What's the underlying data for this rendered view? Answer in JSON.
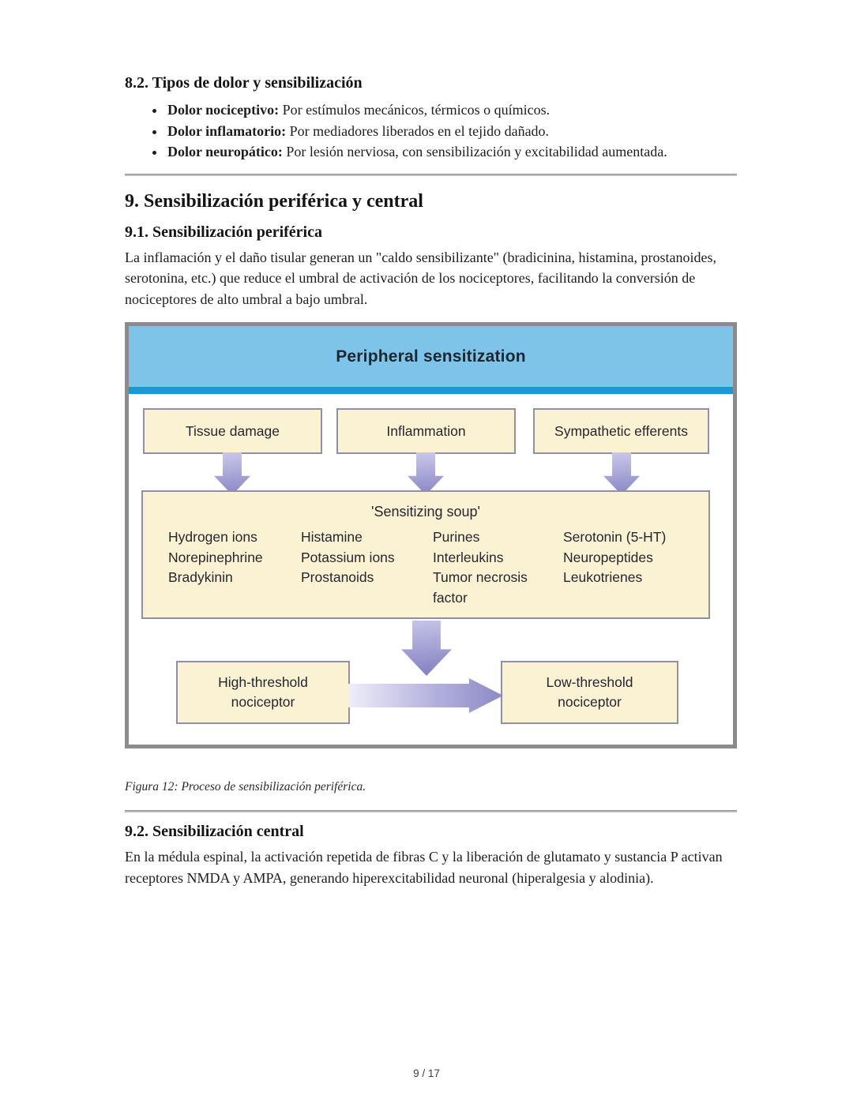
{
  "page": {
    "footer": "9 / 17"
  },
  "section_8_2": {
    "heading": "8.2. Tipos de dolor y sensibilización",
    "bullets": [
      {
        "bold": "Dolor nociceptivo:",
        "text": " Por estímulos mecánicos, térmicos o químicos."
      },
      {
        "bold": "Dolor inflamatorio:",
        "text": " Por mediadores liberados en el tejido dañado."
      },
      {
        "bold": "Dolor neuropático:",
        "text": " Por lesión nerviosa, con sensibilización y excitabilidad aumentada."
      }
    ]
  },
  "section_9": {
    "heading": "9. Sensibilización periférica y central"
  },
  "section_9_1": {
    "heading": "9.1. Sensibilización periférica",
    "paragraph": "La inflamación y el daño tisular generan un \"caldo sensibilizante\" (bradicinina, histamina, prostanoides, serotonina, etc.) que reduce el umbral de activación de los nociceptores, facilitando la conversión de nociceptores de alto umbral a bajo umbral."
  },
  "figure": {
    "title": "Peripheral sensitization",
    "top_boxes": [
      "Tissue damage",
      "Inflammation",
      "Sympathetic efferents"
    ],
    "soup": {
      "title": "'Sensitizing soup'",
      "columns": [
        [
          "Hydrogen ions",
          "Norepinephrine",
          "Bradykinin"
        ],
        [
          "Histamine",
          "Potassium ions",
          "Prostanoids"
        ],
        [
          "Purines",
          "Interleukins",
          "Tumor necrosis factor"
        ],
        [
          "Serotonin (5-HT)",
          "Neuropeptides",
          "Leukotrienes"
        ]
      ]
    },
    "bottom_boxes": [
      "High-threshold nociceptor",
      "Low-threshold nociceptor"
    ],
    "caption": "Figura 12: Proceso de sensibilización periférica.",
    "colors": {
      "header_blue": "#7ec3e8",
      "strip_blue": "#1899d2",
      "box_cream": "#fbf2d4",
      "box_border": "#8f90a6",
      "arrow_lavender": "#8e8ac7",
      "figure_border": "#8b8b8b"
    }
  },
  "section_9_2": {
    "heading": "9.2. Sensibilización central",
    "paragraph": "En la médula espinal, la activación repetida de fibras C y la liberación de glutamato y sustancia P activan receptores NMDA y AMPA, generando hiperexcitabilidad neuronal (hiperalgesia y alodinia)."
  }
}
